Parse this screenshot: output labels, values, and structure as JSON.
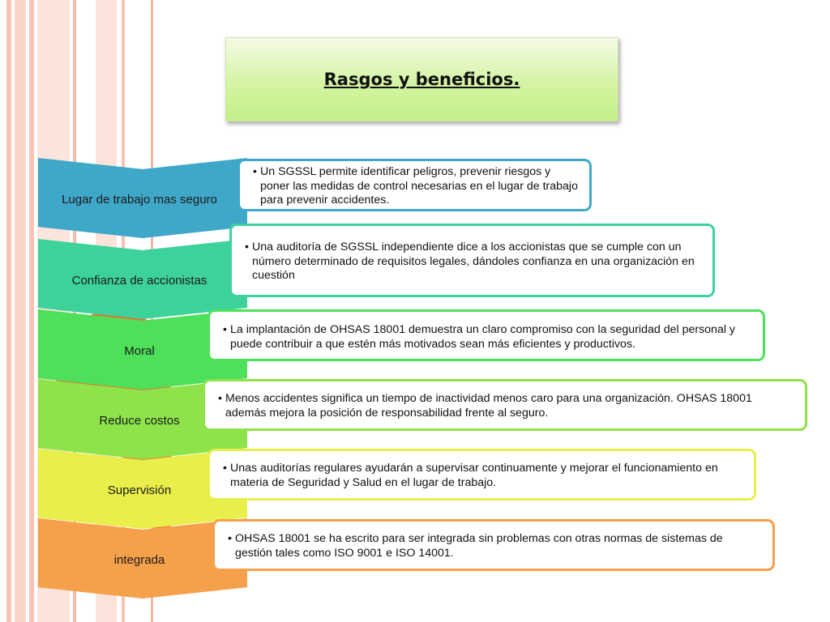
{
  "title": "Rasgos y beneficios.",
  "items": [
    {
      "label": "Lugar de trabajo mas seguro",
      "text": "Un SGSSL permite identificar peligros, prevenir riesgos y poner las medidas de control necesarias en el lugar de trabajo para prevenir accidentes.",
      "color": "#3fa8c9",
      "border": "#3fa8c9"
    },
    {
      "label": "Confianza de accionistas",
      "text": "Una auditoría de SGSSL independiente dice a los accionistas que se cumple con un número determinado de requisitos legales, dándoles confianza en una organización en cuestión",
      "color": "#3ed29b",
      "border": "#3ed29b"
    },
    {
      "label": "Moral",
      "text": "La implantación de OHSAS 18001 demuestra un claro compromiso con la seguridad del personal y puede contribuir a que estén más motivados sean más eficientes y productivos.",
      "color": "#4ee05a",
      "border": "#4ee05a"
    },
    {
      "label": "Reduce costos",
      "text": "Menos accidentes significa un tiempo de inactividad menos caro para una organización. OHSAS 18001 además mejora la posición de responsabilidad frente al seguro.",
      "color": "#8ee34a",
      "border": "#8ee34a"
    },
    {
      "label": "Supervisión",
      "text": "Unas auditorías regulares ayudarán a supervisar continuamente y mejorar el funcionamiento en materia de Seguridad y Salud en el lugar de trabajo.",
      "color": "#e8ee4a",
      "border": "#e8ee4a"
    },
    {
      "label": "integrada",
      "text": "OHSAS 18001 se ha escrito para ser integrada sin problemas con otras normas de sistemas de gestión tales como ISO 9001 e ISO 14001.",
      "color": "#f5a04a",
      "border": "#f5a04a"
    }
  ]
}
